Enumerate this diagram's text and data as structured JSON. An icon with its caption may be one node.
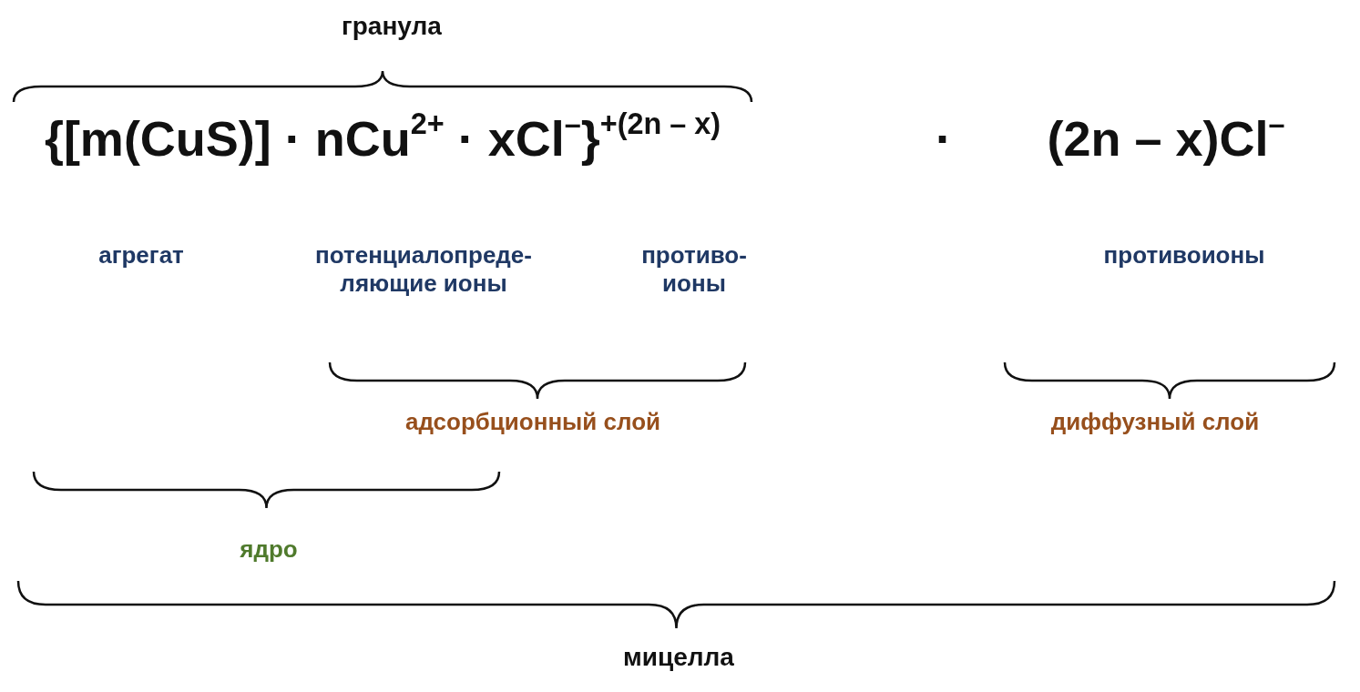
{
  "diagram": {
    "labels": [
      "гранула",
      "{[m(CuS)] · nCu$^{2+}$ · xCl$^{–}$}$^{+(2n – x)}$",
      "·",
      "(2n – x)Cl$^{–}$",
      "агрегат",
      "потенциалопреде- ляющие ионы",
      "противо- ионы",
      "противоионы",
      "адсорбционный слой",
      "диффузный слой",
      "ядро",
      "мицелла"
    ]
  }
}
